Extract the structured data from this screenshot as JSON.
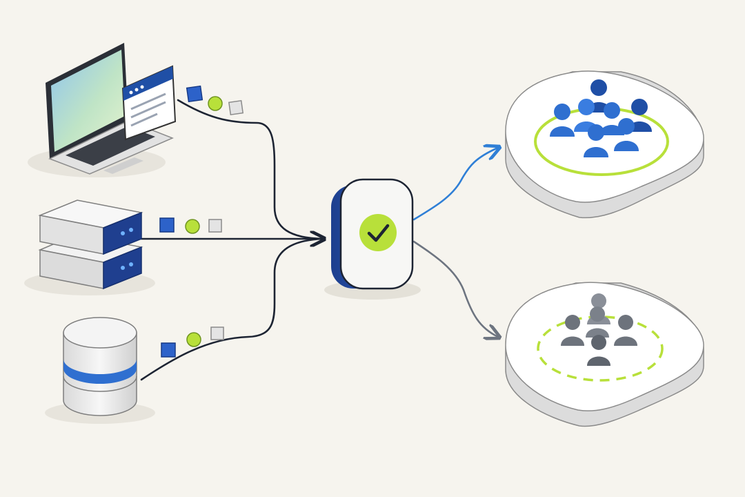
{
  "diagram": {
    "text": [],
    "sources": [
      {
        "id": "laptop",
        "icon": "laptop-with-browser-window-icon",
        "packets": [
          "blue-cube",
          "green-ball",
          "grey-cube"
        ]
      },
      {
        "id": "server",
        "icon": "rack-server-icon",
        "packets": [
          "blue-cube",
          "green-ball",
          "grey-cube"
        ]
      },
      {
        "id": "database",
        "icon": "database-cylinder-icon",
        "packets": [
          "blue-cube",
          "green-ball",
          "grey-cube"
        ]
      }
    ],
    "hub": {
      "icon": "check-mark-icon",
      "state": "approved"
    },
    "targets": [
      {
        "id": "active-group",
        "icon": "user-group-icon",
        "people": 7,
        "ring": "solid",
        "arrow_color": "#2f7fd6"
      },
      {
        "id": "inactive-group",
        "icon": "user-group-icon",
        "people": 5,
        "ring": "dashed",
        "arrow_color": "#6d7480"
      }
    ],
    "colors": {
      "navy": "#1f3f8f",
      "blue": "#2f6fd0",
      "lime": "#b8e03a",
      "grey": "#8a8f98",
      "line": "#1d2433",
      "background": "#f6f4ee"
    }
  }
}
